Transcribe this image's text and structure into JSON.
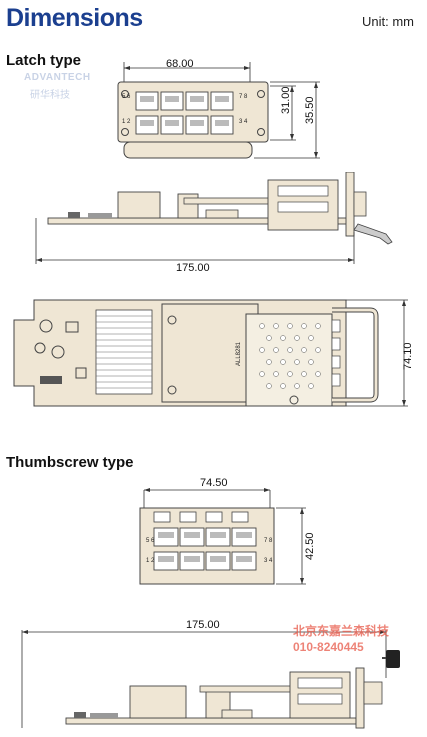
{
  "header": {
    "title": "Dimensions",
    "unit": "Unit: mm"
  },
  "latch": {
    "heading": "Latch type",
    "watermark_brand": "ADVANTECH",
    "watermark_cn": "研华科技",
    "front": {
      "width": "68.00",
      "height_inner": "31.00",
      "height_outer": "35.50",
      "port_labels": [
        "5 6",
        "7 8",
        "1 2",
        "3 4"
      ]
    },
    "side": {
      "length": "175.00"
    },
    "top": {
      "depth": "74.10",
      "chip_label": "ALL8281"
    }
  },
  "thumbscrew": {
    "heading": "Thumbscrew type",
    "front": {
      "width": "74.50",
      "height": "42.50",
      "port_labels": [
        "5 6",
        "7 8",
        "1 2",
        "3 4"
      ]
    },
    "side": {
      "length": "175.00"
    },
    "watermark_cn": "北京东嘉兰森科技",
    "watermark_phone": "010-8240445"
  },
  "colors": {
    "title": "#1b3f8f",
    "board": "#efe6d4",
    "outline": "#444444",
    "watermark": "#e85a4a"
  }
}
